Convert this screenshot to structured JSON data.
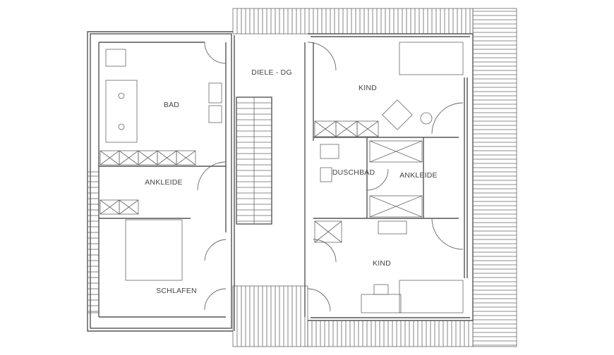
{
  "plan": {
    "rooms": {
      "diele": "DIELE - DG",
      "bad": "BAD",
      "ankleide_left": "ANKLEIDE",
      "schlafen": "SCHLAFEN",
      "kind_top": "KIND",
      "duschbad": "DUSCHBAD",
      "ankleide_right": "ANKLEIDE",
      "kind_bottom": "KIND"
    }
  },
  "colors": {
    "line": "#555555",
    "background": "#ffffff"
  }
}
